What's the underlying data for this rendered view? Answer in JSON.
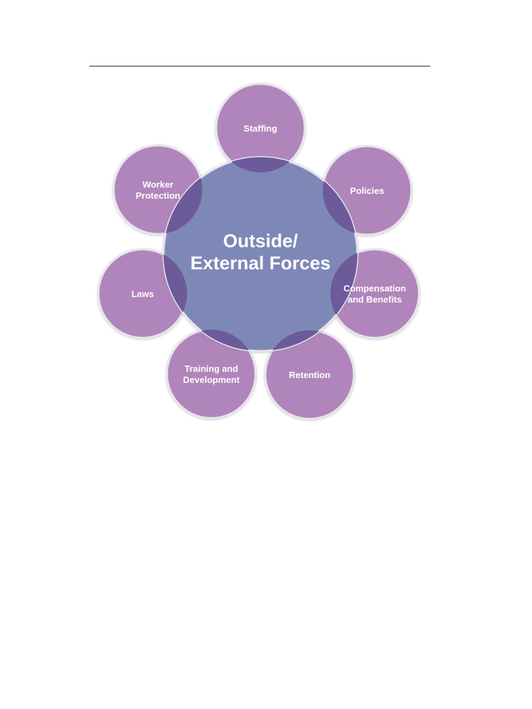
{
  "diagram": {
    "center": {
      "label_lines": [
        "Outside/",
        "External Forces"
      ],
      "fill": "#7e88b6"
    },
    "nodes": [
      {
        "id": "staffing",
        "label_lines": [
          "Staffing"
        ]
      },
      {
        "id": "policies",
        "label_lines": [
          "Policies"
        ]
      },
      {
        "id": "compensation-and-benefits",
        "label_lines": [
          "Compensation",
          "and Benefits"
        ]
      },
      {
        "id": "retention",
        "label_lines": [
          "Retention"
        ]
      },
      {
        "id": "training-and-development",
        "label_lines": [
          "Training and",
          "Development"
        ]
      },
      {
        "id": "laws",
        "label_lines": [
          "Laws"
        ]
      },
      {
        "id": "worker-protection",
        "label_lines": [
          "Worker",
          "Protection"
        ]
      }
    ],
    "colors": {
      "node_fill": "#b085bb",
      "overlap_fill": "#6c5a9b",
      "outline": "#e9e4ec"
    }
  }
}
